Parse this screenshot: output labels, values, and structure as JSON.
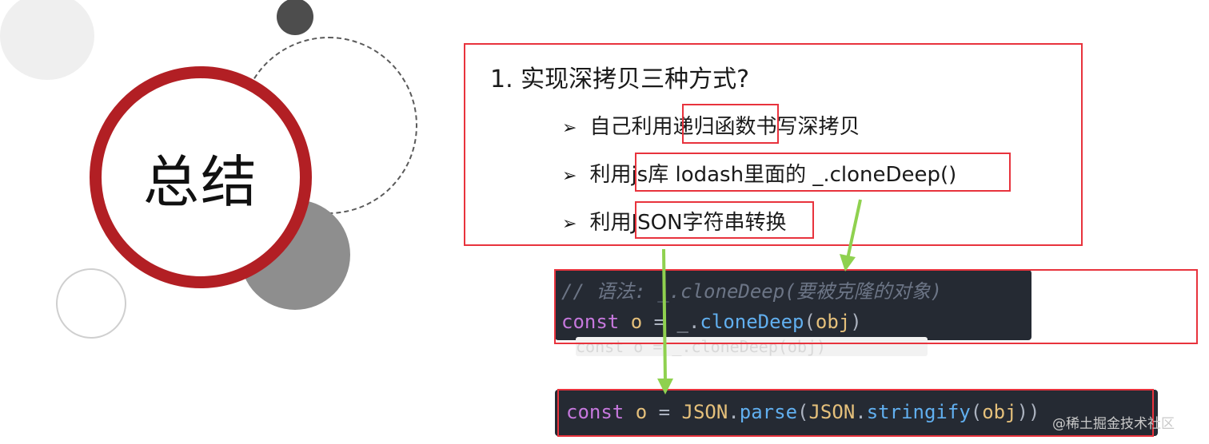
{
  "slide": {
    "title": "总结"
  },
  "summary": {
    "question": "1.  实现深拷贝三种方式?",
    "bullet_marker": "➢",
    "items": [
      {
        "before": "自己利用",
        "highlight": "递归函数",
        "after": "书写深拷贝"
      },
      {
        "before": "利用",
        "highlight": "js库 lodash里面的  _.cloneDeep()",
        "after": ""
      },
      {
        "before": "利用",
        "highlight": "JSON字符串转换",
        "after": ""
      }
    ]
  },
  "code_example_1": {
    "comment": "//  语法:  _.cloneDeep(要被克隆的对象)",
    "tokens": [
      {
        "text": "const",
        "role": "kw"
      },
      {
        "text": " o ",
        "role": "var"
      },
      {
        "text": "=",
        "role": "op"
      },
      {
        "text": " _.",
        "role": "op"
      },
      {
        "text": "cloneDeep",
        "role": "fn"
      },
      {
        "text": "(",
        "role": "op"
      },
      {
        "text": "obj",
        "role": "var"
      },
      {
        "text": ")",
        "role": "op"
      }
    ],
    "ghost_text": "const o = _.cloneDeep(obj)"
  },
  "code_example_2": {
    "tokens": [
      {
        "text": "const",
        "role": "kw"
      },
      {
        "text": " o ",
        "role": "var"
      },
      {
        "text": "=",
        "role": "op"
      },
      {
        "text": " JSON",
        "role": "cls"
      },
      {
        "text": ".",
        "role": "op"
      },
      {
        "text": "parse",
        "role": "fn"
      },
      {
        "text": "(",
        "role": "op"
      },
      {
        "text": "JSON",
        "role": "cls"
      },
      {
        "text": ".",
        "role": "op"
      },
      {
        "text": "stringify",
        "role": "fn"
      },
      {
        "text": "(",
        "role": "op"
      },
      {
        "text": "obj",
        "role": "var"
      },
      {
        "text": "))",
        "role": "op"
      }
    ]
  },
  "watermark": "@稀土掘金技术社区",
  "colors": {
    "accent_red": "#b21f24",
    "highlight_border": "#e8333d",
    "arrow_green": "#8fd14f",
    "code_bg": "#252a33"
  }
}
